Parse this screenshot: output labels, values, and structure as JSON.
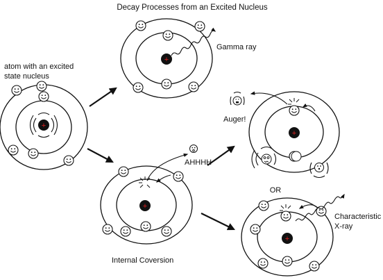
{
  "title": "Decay Processes from an Excited Nucleus",
  "labels": {
    "excited_atom": [
      "atom with an excited",
      "state nucleus"
    ],
    "gamma": "Gamma ray",
    "auger": "Auger!",
    "ahhhh": "AHHHH",
    "or": "OR",
    "xray": [
      "Characteristic",
      "X-ray"
    ],
    "internal_conversion": "Internal Coversion"
  },
  "nucleus_mark": "+",
  "colors": {
    "line": "#111111",
    "nucleus": "#111111",
    "nucleus_plus": "#e02020",
    "background": "#ffffff"
  },
  "icons": [
    "smiley-electron-icon",
    "vacancy-burst-icon",
    "wavy-arrow-icon",
    "vibration-lines-icon"
  ]
}
